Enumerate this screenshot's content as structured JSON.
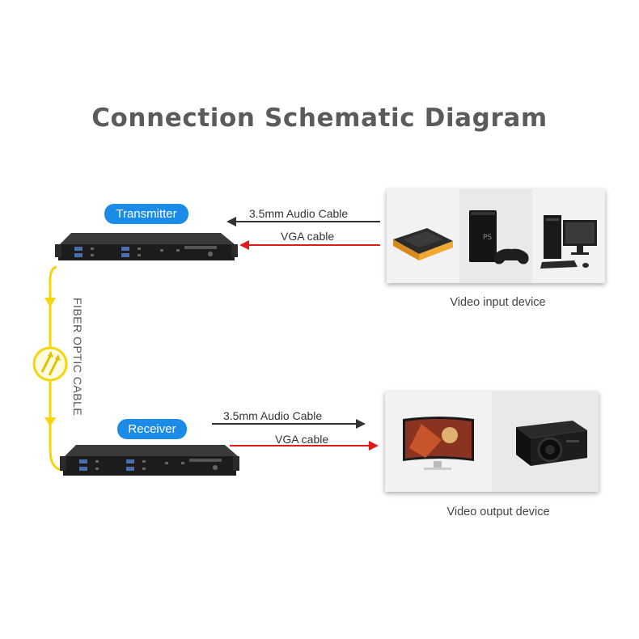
{
  "title": "Connection Schematic Diagram",
  "transmitter": {
    "label": "Transmitter",
    "cables": [
      {
        "label": "3.5mm Audio Cable",
        "color": "#333333"
      },
      {
        "label": "VGA cable",
        "color": "#e11a1a"
      }
    ]
  },
  "receiver": {
    "label": "Receiver",
    "cables": [
      {
        "label": "3.5mm Audio Cable",
        "color": "#333333"
      },
      {
        "label": "VGA cable",
        "color": "#e11a1a"
      }
    ]
  },
  "fiber": {
    "label": "FIBER OPTIC CABLE",
    "color": "#f5d60a"
  },
  "input_devices": {
    "caption": "Video input device",
    "items": [
      "set-top-box",
      "game-console",
      "desktop-computer"
    ]
  },
  "output_devices": {
    "caption": "Video output device",
    "items": [
      "monitor",
      "projector"
    ]
  },
  "colors": {
    "accent": "#1a8be6",
    "title": "#5b5b5b",
    "panel": "#f2f2f2"
  }
}
